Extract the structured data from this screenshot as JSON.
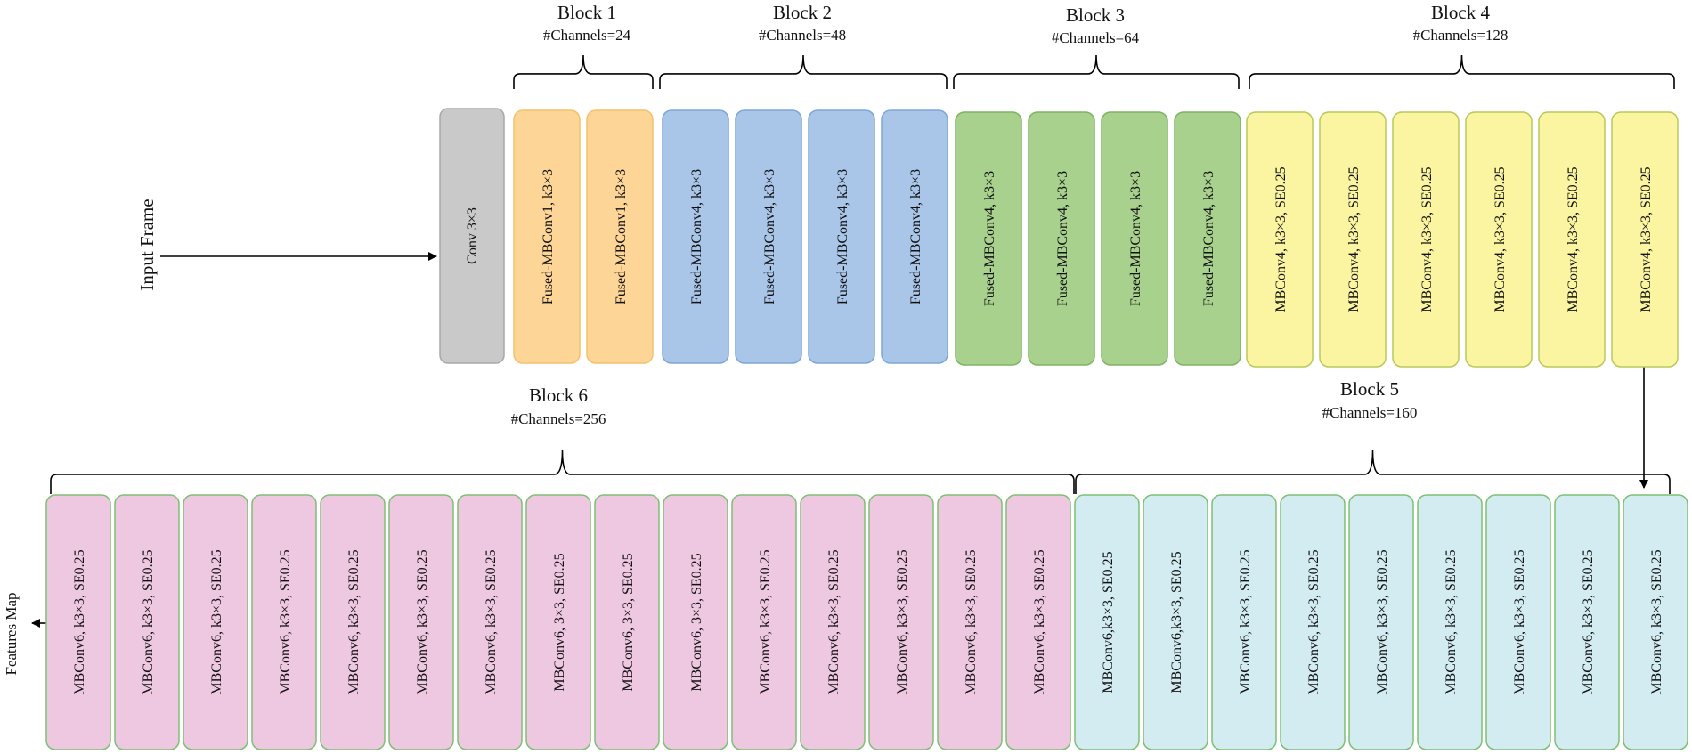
{
  "input_label": "Input Frame",
  "output_label": "Features Map",
  "stem": {
    "label": "Conv 3×3",
    "color": "#c9c9c9",
    "stroke": "#a8a8a8"
  },
  "blocks": [
    {
      "title": "Block 1",
      "channels": "#Channels=24",
      "fill": "#fdd596",
      "stroke": "#f2c26a",
      "layers": [
        "Fused-MBConv1, k3×3",
        "Fused-MBConv1, k3×3"
      ]
    },
    {
      "title": "Block 2",
      "channels": "#Channels=48",
      "fill": "#a9c6e8",
      "stroke": "#7ea6d6",
      "layers": [
        "Fused-MBConv4, k3×3",
        "Fused-MBConv4, k3×3",
        "Fused-MBConv4, k3×3",
        "Fused-MBConv4, k3×3"
      ]
    },
    {
      "title": "Block 3",
      "channels": "#Channels=64",
      "fill": "#a9d18e",
      "stroke": "#7fb463",
      "layers": [
        "Fused-MBConv4, k3×3",
        "Fused-MBConv4, k3×3",
        "Fused-MBConv4, k3×3",
        "Fused-MBConv4, k3×3"
      ]
    },
    {
      "title": "Block 4",
      "channels": "#Channels=128",
      "fill": "#fbf5a1",
      "stroke": "#b8c95a",
      "layers": [
        "MBConv4, k3×3, SE0.25",
        "MBConv4, k3×3, SE0.25",
        "MBConv4, k3×3, SE0.25",
        "MBConv4, k3×3, SE0.25",
        "MBConv4, k3×3, SE0.25",
        "MBConv4, k3×3, SE0.25"
      ]
    },
    {
      "title": "Block 5",
      "channels": "#Channels=160",
      "fill": "#d2ecf1",
      "stroke": "#7dbf73",
      "layers": [
        "MBConv6,k3×3, SE0.25",
        "MBConv6,k3×3, SE0.25",
        "MBConv6, k3×3, SE0.25",
        "MBConv6, k3×3, SE0.25",
        "MBConv6, k3×3, SE0.25",
        "MBConv6, k3×3, SE0.25",
        "MBConv6, k3×3, SE0.25",
        "MBConv6, k3×3, SE0.25",
        "MBConv6, k3×3, SE0.25"
      ]
    },
    {
      "title": "Block 6",
      "channels": "#Channels=256",
      "fill": "#eec8e0",
      "stroke": "#7dbf73",
      "layers": [
        "MBConv6, k3×3, SE0.25",
        "MBConv6, k3×3, SE0.25",
        "MBConv6, k3×3, SE0.25",
        "MBConv6, k3×3, SE0.25",
        "MBConv6, k3×3, SE0.25",
        "MBConv6, k3×3, SE0.25",
        "MBConv6, k3×3, SE0.25",
        "MBConv6, 3×3, SE0.25",
        "MBConv6, 3×3, SE0.25",
        "MBConv6, 3×3, SE0.25",
        "MBConv6, k3×3, SE0.25",
        "MBConv6, k3×3, SE0.25",
        "MBConv6, k3×3, SE0.25",
        "MBConv6, k3×3, SE0.25",
        "MBConv6, k3×3, SE0.25"
      ]
    }
  ]
}
